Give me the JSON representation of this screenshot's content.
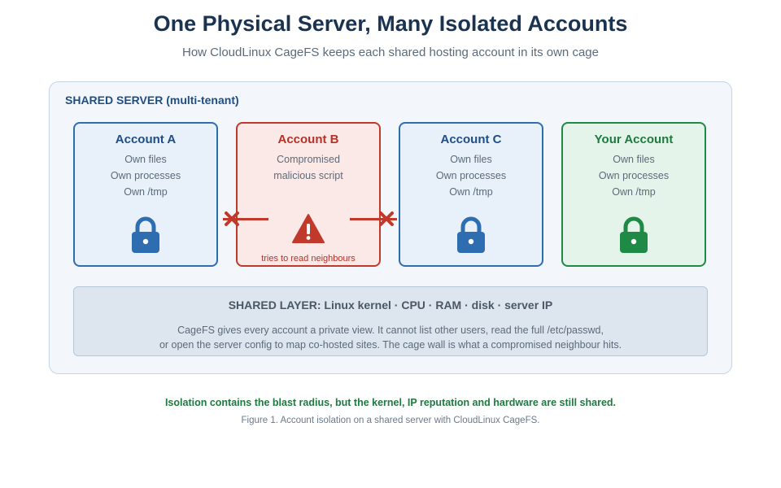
{
  "header": {
    "title": "One Physical Server, Many Isolated Accounts",
    "subtitle": "How CloudLinux CageFS keeps each shared hosting account in its own cage"
  },
  "server": {
    "label": "SHARED SERVER (multi-tenant)"
  },
  "accounts": [
    {
      "title": "Account A",
      "lines": [
        "Own files",
        "Own processes",
        "Own /tmp"
      ],
      "icon": "lock-icon",
      "color": "#2d6db0"
    },
    {
      "title": "Account B",
      "lines": [
        "Compromised",
        "malicious script"
      ],
      "icon": "warning-icon",
      "caption": "tries to read neighbours",
      "color": "#c0392b"
    },
    {
      "title": "Account C",
      "lines": [
        "Own files",
        "Own processes",
        "Own /tmp"
      ],
      "icon": "lock-icon",
      "color": "#2d6db0"
    },
    {
      "title": "Your Account",
      "lines": [
        "Own files",
        "Own processes",
        "Own /tmp"
      ],
      "icon": "lock-icon",
      "color": "#1e8a45"
    }
  ],
  "shared_layer": {
    "title": "SHARED LAYER: Linux kernel · CPU · RAM · disk · server IP",
    "line1": "CageFS gives every account a private view. It cannot list other users, read the full /etc/passwd,",
    "line2": "or open the server config to map co-hosted sites. The cage wall is what a compromised neighbour hits."
  },
  "footnote": "Isolation contains the blast radius, but the kernel, IP reputation and hardware are still shared.",
  "caption": "Figure 1. Account isolation on a shared server with CloudLinux CageFS."
}
